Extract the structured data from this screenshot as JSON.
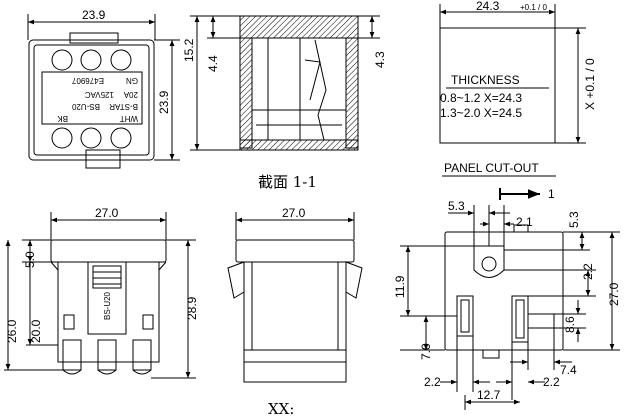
{
  "top_left_view": {
    "width_dim": "23.9",
    "height_dim": "23.9",
    "label_lines": [
      "WHT",
      "BK",
      "B-STAR",
      "BS-U20",
      "20A",
      "125VAC",
      "GN",
      "E476907"
    ]
  },
  "section_view": {
    "caption": "截面 1-1",
    "dim_outer": "15.2",
    "dim_inner_left": "4.4",
    "dim_inner_right": "4.3"
  },
  "panel_cutout": {
    "width_dim": "24.3",
    "width_tol": "+0.1 / 0",
    "height_tol": "X +0.1 / 0",
    "thickness_title": "THICKNESS",
    "rows": [
      "0.8~1.2  X=24.3",
      "1.3~2.0  X=24.5"
    ],
    "caption": "PANEL CUT-OUT"
  },
  "front_view": {
    "width_dim": "27.0",
    "dim_5": "5.0",
    "dim_26": "26.0",
    "dim_20": "20.0",
    "dim_289": "28.9",
    "body_text": "BS-U20"
  },
  "side_view": {
    "width_dim": "27.0"
  },
  "bottom_view": {
    "section_mark": "1",
    "dim_53_top": "5.3",
    "dim_21": "2.1",
    "dim_53_right": "5.3",
    "dim_119": "11.9",
    "dim_22_right": "2.2",
    "dim_270": "27.0",
    "dim_86": "8.6",
    "dim_70": "7.0",
    "dim_74": "7.4",
    "dim_22_left": "2.2",
    "dim_22_bottom": "2.2",
    "dim_127": "12.7"
  },
  "footer": {
    "xx_label": "XX:"
  }
}
